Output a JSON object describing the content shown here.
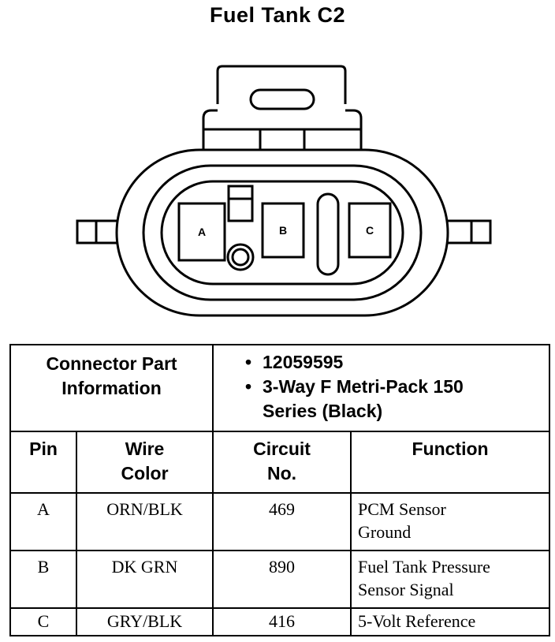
{
  "title": "Fuel Tank C2",
  "connector": {
    "pin_labels": [
      "A",
      "B",
      "C"
    ]
  },
  "info": {
    "header_label_line1": "Connector Part",
    "header_label_line2": "Information",
    "bullet": "•",
    "part_number": "12059595",
    "description_line1": "3-Way F Metri-Pack 150",
    "description_line2": "Series (Black)"
  },
  "columns": {
    "pin": "Pin",
    "wire_line1": "Wire",
    "wire_line2": "Color",
    "circuit_line1": "Circuit",
    "circuit_line2": "No.",
    "function": "Function"
  },
  "rows": [
    {
      "pin": "A",
      "wire_color": "ORN/BLK",
      "circuit": "469",
      "function_line1": "PCM Sensor",
      "function_line2": "Ground"
    },
    {
      "pin": "B",
      "wire_color": "DK GRN",
      "circuit": "890",
      "function_line1": "Fuel Tank Pressure",
      "function_line2": "Sensor Signal"
    },
    {
      "pin": "C",
      "wire_color": "GRY/BLK",
      "circuit": "416",
      "function_line1": "5-Volt Reference",
      "function_line2": ""
    }
  ]
}
